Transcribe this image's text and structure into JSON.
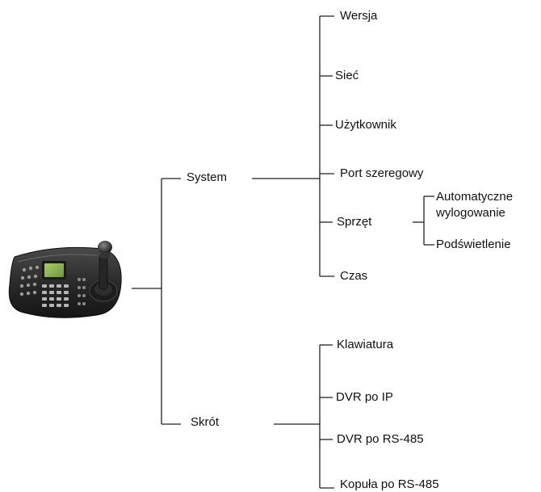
{
  "tree": {
    "device": {
      "icon": "ptz-keyboard-controller-icon"
    },
    "system": {
      "label": "System",
      "children": [
        {
          "label": "Wersja"
        },
        {
          "label": "Sieć"
        },
        {
          "label": "Użytkownik"
        },
        {
          "label": "Port szeregowy"
        },
        {
          "label": "Sprzęt",
          "children": [
            {
              "label": "Automatyczne wylogowanie"
            },
            {
              "label": "Podświetlenie"
            }
          ]
        },
        {
          "label": "Czas"
        }
      ]
    },
    "shortcut": {
      "label": "Skrót",
      "children": [
        {
          "label": "Klawiatura"
        },
        {
          "label": "DVR po IP"
        },
        {
          "label": "DVR po RS-485"
        },
        {
          "label": "Kopuła po RS-485"
        }
      ]
    }
  }
}
